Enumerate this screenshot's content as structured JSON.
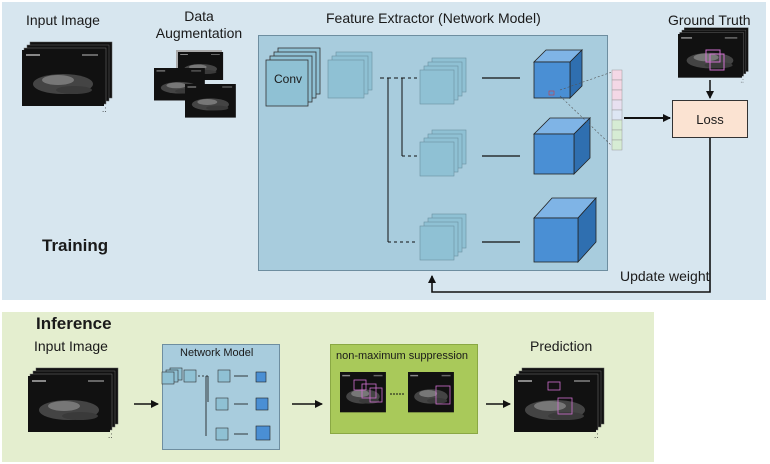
{
  "training": {
    "section_label": "Training",
    "input_image_label": "Input Image",
    "data_augmentation_label": "Data\nAugmentation",
    "feature_extractor_label": "Feature Extractor (Network Model)",
    "conv_label": "Conv",
    "ground_truth_label": "Ground Truth",
    "loss_label": "Loss",
    "update_weight_label": "Update weight"
  },
  "inference": {
    "section_label": "Inference",
    "input_image_label": "Input Image",
    "network_model_label": "Network Model",
    "nms_label": "non-maximum suppression",
    "prediction_label": "Prediction"
  },
  "colors": {
    "training_bg": "#d7e6ef",
    "inference_bg": "#e4eecf",
    "network_box": "#a8ccdd",
    "nms_box": "#a9c95a",
    "loss_box": "#fbe3d2",
    "feature_cube": "#4a8fd4",
    "layer_block": "#8fc1d4"
  }
}
